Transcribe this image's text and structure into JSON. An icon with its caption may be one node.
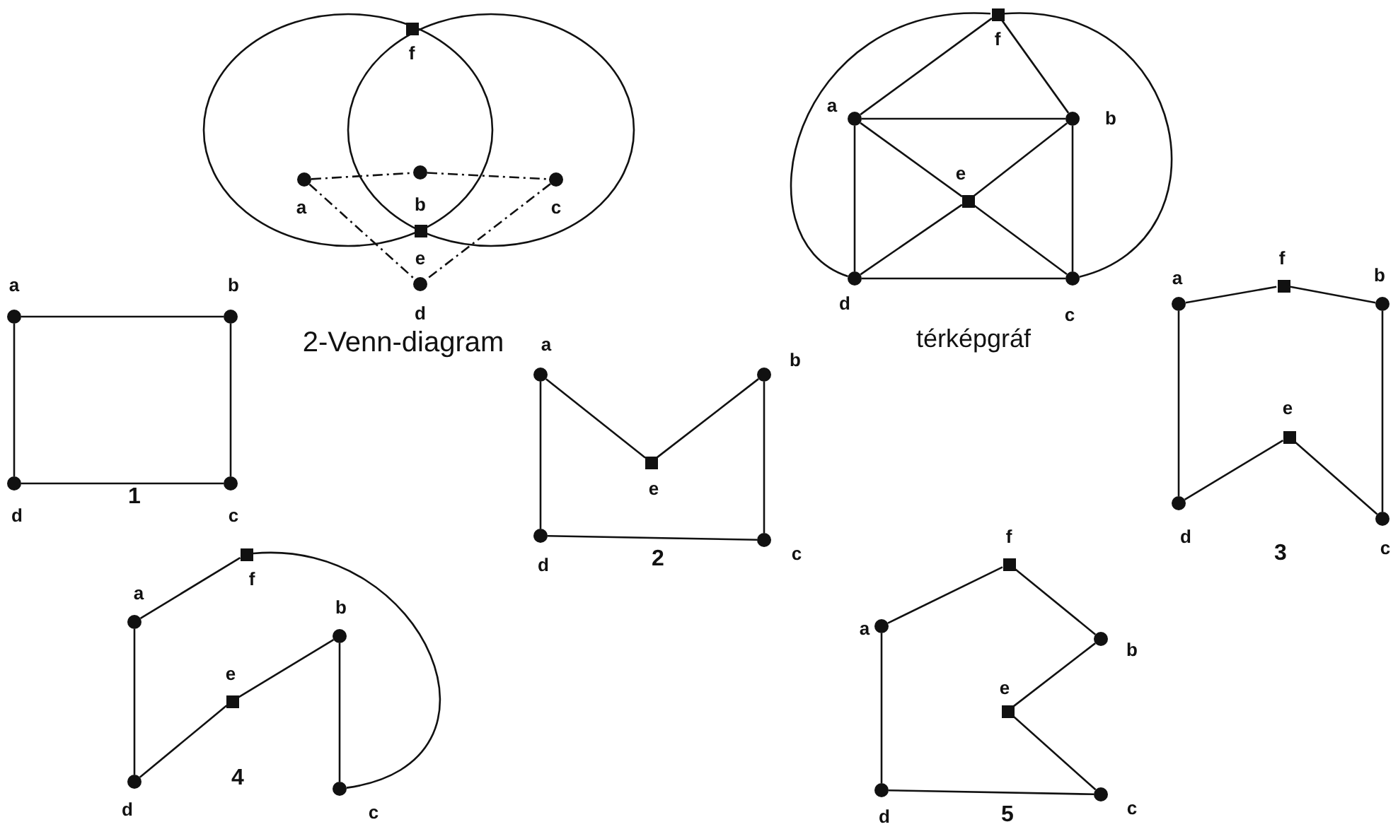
{
  "diagram": {
    "nodes": [
      {
        "text": [],
        "shape": "circle",
        "beside": [
          "a"
        ]
      },
      {
        "text": [],
        "shape": "circle",
        "beside": [
          "b"
        ]
      },
      {
        "text": [],
        "shape": "circle",
        "beside": [
          "c"
        ]
      },
      {
        "text": [],
        "shape": "box",
        "beside": [
          "f"
        ]
      },
      {
        "text": [],
        "shape": "box",
        "beside": [
          "e"
        ]
      },
      {
        "text": [],
        "shape": "circle",
        "beside": [
          "d"
        ]
      },
      {
        "text": [],
        "shape": "box",
        "beside": [
          "f"
        ]
      },
      {
        "text": [],
        "shape": "circle",
        "beside": [
          "a"
        ]
      },
      {
        "text": [],
        "shape": "circle",
        "beside": [
          "b"
        ]
      },
      {
        "text": [],
        "shape": "box",
        "beside": [
          "e"
        ]
      },
      {
        "text": [],
        "shape": "circle",
        "beside": [
          "d"
        ]
      },
      {
        "text": [],
        "shape": "circle",
        "beside": [
          "c"
        ]
      },
      {
        "text": [],
        "shape": "circle",
        "beside": [
          "a"
        ]
      },
      {
        "text": [],
        "shape": "circle",
        "beside": [
          "b"
        ]
      },
      {
        "text": [],
        "shape": "circle",
        "beside": [
          "c"
        ]
      },
      {
        "text": [],
        "shape": "circle",
        "beside": [
          "d"
        ]
      },
      {
        "text": [],
        "shape": "circle",
        "beside": [
          "a"
        ]
      },
      {
        "text": [],
        "shape": "box",
        "beside": [
          "e"
        ]
      },
      {
        "text": [],
        "shape": "circle",
        "beside": [
          "b"
        ]
      },
      {
        "text": [],
        "shape": "circle",
        "beside": [
          "c"
        ]
      },
      {
        "text": [],
        "shape": "circle",
        "beside": [
          "d"
        ]
      },
      {
        "text": [],
        "shape": "box",
        "beside": [
          "f"
        ]
      },
      {
        "text": [],
        "shape": "circle",
        "beside": [
          "a"
        ]
      },
      {
        "text": [],
        "shape": "circle",
        "beside": [
          "b"
        ]
      },
      {
        "text": [],
        "shape": "box",
        "beside": [
          "e"
        ]
      },
      {
        "text": [],
        "shape": "circle",
        "beside": [
          "d"
        ]
      },
      {
        "text": [],
        "shape": "circle",
        "beside": [
          "c"
        ]
      },
      {
        "text": [],
        "shape": "box",
        "beside": [
          "f"
        ]
      },
      {
        "text": [],
        "shape": "circle",
        "beside": [
          "a"
        ]
      },
      {
        "text": [],
        "shape": "circle",
        "beside": [
          "b"
        ]
      },
      {
        "text": [],
        "shape": "box",
        "beside": [
          "e"
        ]
      },
      {
        "text": [],
        "shape": "circle",
        "beside": [
          "d"
        ]
      },
      {
        "text": [],
        "shape": "circle",
        "beside": [
          "c"
        ]
      },
      {
        "text": [],
        "shape": "box",
        "beside": [
          "f"
        ]
      },
      {
        "text": [],
        "shape": "circle",
        "beside": [
          "a"
        ]
      },
      {
        "text": [],
        "shape": "circle",
        "beside": [
          "b"
        ]
      },
      {
        "text": [],
        "shape": "box",
        "beside": [
          "e"
        ]
      },
      {
        "text": [],
        "shape": "circle",
        "beside": [
          "d"
        ]
      },
      {
        "text": [],
        "shape": "circle",
        "beside": [
          "c"
        ]
      }
    ],
    "edges": [
      {
        "from": 0,
        "to": 1,
        "arrow": "none",
        "style": "dashed"
      },
      {
        "from": 1,
        "to": 2,
        "arrow": "none",
        "style": "dashed"
      },
      {
        "from": 0,
        "to": 5,
        "arrow": "none",
        "style": "dashed"
      },
      {
        "from": 2,
        "to": 5,
        "arrow": "none",
        "style": "dashed"
      },
      {
        "from": 6,
        "to": 7,
        "arrow": "none"
      },
      {
        "from": 6,
        "to": 8,
        "arrow": "none"
      },
      {
        "from": 7,
        "to": 8,
        "arrow": "none"
      },
      {
        "from": 7,
        "to": 10,
        "arrow": "none"
      },
      {
        "from": 8,
        "to": 11,
        "arrow": "none"
      },
      {
        "from": 10,
        "to": 11,
        "arrow": "none"
      },
      {
        "from": 7,
        "to": 9,
        "arrow": "none"
      },
      {
        "from": 9,
        "to": 11,
        "arrow": "none"
      },
      {
        "from": 8,
        "to": 9,
        "arrow": "none"
      },
      {
        "from": 9,
        "to": 10,
        "arrow": "none"
      },
      {
        "from": 6,
        "to": 10,
        "arrow": "none"
      },
      {
        "from": 6,
        "to": 11,
        "arrow": "none"
      },
      {
        "from": 12,
        "to": 13,
        "arrow": "none"
      },
      {
        "from": 13,
        "to": 14,
        "arrow": "none"
      },
      {
        "from": 14,
        "to": 15,
        "arrow": "none"
      },
      {
        "from": 15,
        "to": 12,
        "arrow": "none"
      },
      {
        "from": 16,
        "to": 17,
        "arrow": "none"
      },
      {
        "from": 17,
        "to": 18,
        "arrow": "none"
      },
      {
        "from": 18,
        "to": 19,
        "arrow": "none"
      },
      {
        "from": 19,
        "to": 20,
        "arrow": "none"
      },
      {
        "from": 20,
        "to": 16,
        "arrow": "none"
      },
      {
        "from": 22,
        "to": 21,
        "arrow": "none"
      },
      {
        "from": 21,
        "to": 23,
        "arrow": "none"
      },
      {
        "from": 22,
        "to": 25,
        "arrow": "none"
      },
      {
        "from": 25,
        "to": 24,
        "arrow": "none"
      },
      {
        "from": 24,
        "to": 26,
        "arrow": "none"
      },
      {
        "from": 23,
        "to": 26,
        "arrow": "none"
      },
      {
        "from": 28,
        "to": 27,
        "arrow": "none"
      },
      {
        "from": 28,
        "to": 31,
        "arrow": "none"
      },
      {
        "from": 31,
        "to": 30,
        "arrow": "none"
      },
      {
        "from": 30,
        "to": 29,
        "arrow": "none"
      },
      {
        "from": 29,
        "to": 32,
        "arrow": "none"
      },
      {
        "from": 27,
        "to": 32,
        "arrow": "none"
      },
      {
        "from": 34,
        "to": 33,
        "arrow": "none"
      },
      {
        "from": 33,
        "to": 35,
        "arrow": "none"
      },
      {
        "from": 35,
        "to": 36,
        "arrow": "none"
      },
      {
        "from": 36,
        "to": 38,
        "arrow": "none"
      },
      {
        "from": 38,
        "to": 37,
        "arrow": "none"
      },
      {
        "from": 37,
        "to": 34,
        "arrow": "none"
      }
    ],
    "labels": [
      "2-Venn-diagram",
      "térképgráf",
      "1",
      "2",
      "3",
      "4",
      "5"
    ]
  }
}
